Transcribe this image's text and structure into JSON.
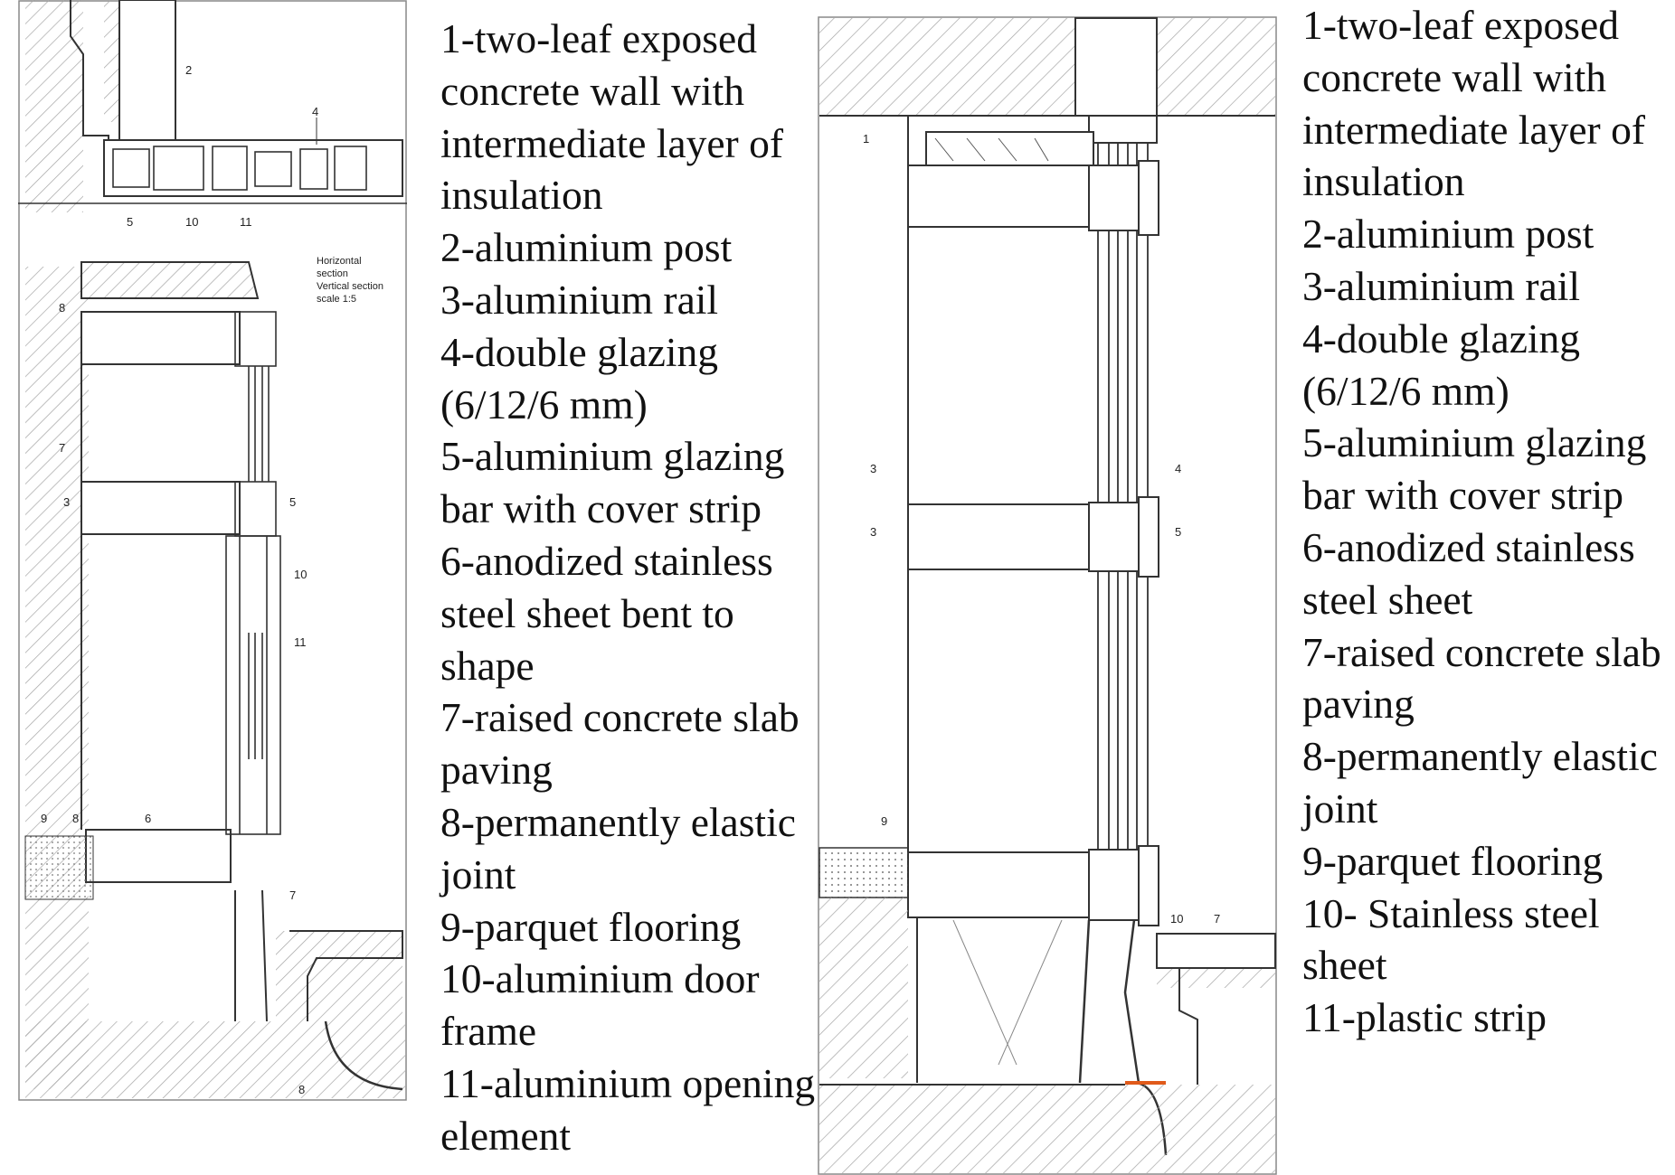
{
  "left_drawing": {
    "section_note": [
      "Horizontal",
      "section",
      "Vertical section",
      "scale 1:5"
    ],
    "callouts": [
      "2",
      "4",
      "5",
      "10",
      "11",
      "8",
      "7",
      "3",
      "5",
      "10",
      "11",
      "9",
      "8",
      "6",
      "7",
      "8"
    ]
  },
  "right_drawing": {
    "callouts": [
      "1",
      "3",
      "3",
      "4",
      "5",
      "9",
      "10",
      "7"
    ]
  },
  "legend_left": {
    "items": [
      "1-two-leaf exposed concrete wall with intermediate layer of insulation",
      "2-aluminium post",
      "3-aluminium rail",
      "4-double glazing (6/12/6 mm)",
      "5-aluminium glazing bar with cover strip",
      "6-anodized stainless steel sheet bent to shape",
      "7-raised concrete slab paving",
      "8-permanently elastic joint",
      "9-parquet flooring",
      "10-aluminium door frame",
      "11-aluminium opening element"
    ]
  },
  "legend_right": {
    "items": [
      "1-two-leaf exposed concrete wall with intermediate layer of insulation",
      "2-aluminium post",
      "3-aluminium rail",
      "4-double glazing (6/12/6 mm)",
      "5-aluminium glazing bar with cover strip",
      "6-anodized stainless steel sheet",
      "7-raised concrete slab paving",
      "8-permanently elastic joint",
      "9-parquet flooring",
      "10- Stainless steel sheet",
      "11-plastic strip"
    ]
  },
  "colors": {
    "line": "#333333",
    "hatch": "#9a9a9a",
    "accent_orange": "#e05a1a"
  }
}
